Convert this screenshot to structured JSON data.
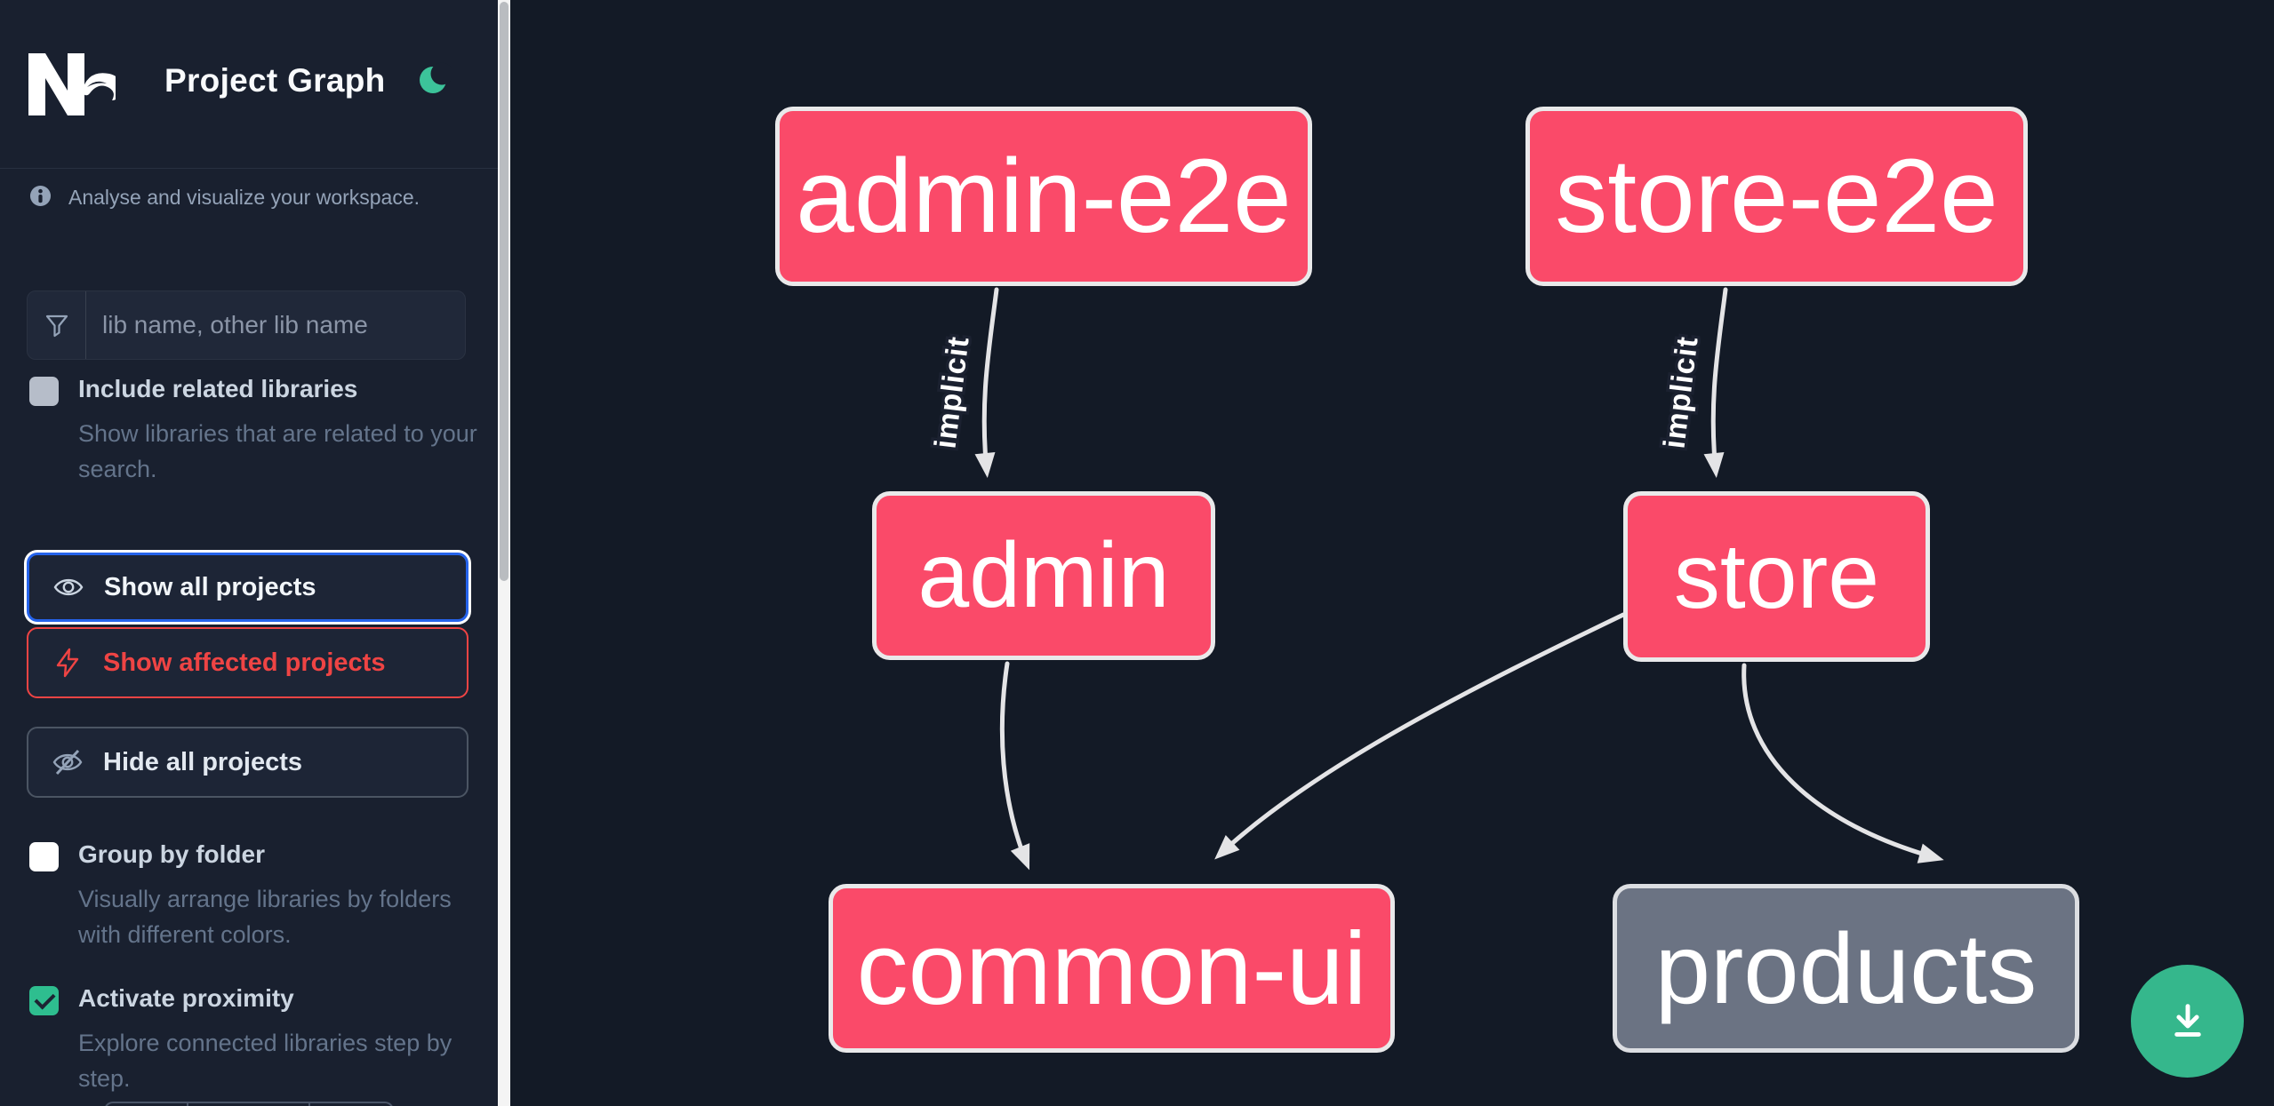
{
  "header": {
    "title": "Project Graph",
    "logo": "Nx",
    "theme_toggle_icon": "moon"
  },
  "sidebar": {
    "tagline": "Analyse and visualize your workspace.",
    "search_placeholder": "lib name, other lib name",
    "include_related": {
      "label": "Include related libraries",
      "description": "Show libraries that are related to your search.",
      "checked": false
    },
    "buttons": {
      "show_all": "Show all projects",
      "show_affected": "Show affected projects",
      "hide_all": "Hide all projects"
    },
    "group_by_folder": {
      "label": "Group by folder",
      "description": "Visually arrange libraries by folders with different colors.",
      "checked": false
    },
    "activate_proximity": {
      "label": "Activate proximity",
      "description": "Explore connected libraries step by step.",
      "checked": true
    }
  },
  "graph": {
    "nodes": [
      {
        "id": "admin-e2e",
        "label": "admin-e2e",
        "color": "pink"
      },
      {
        "id": "store-e2e",
        "label": "store-e2e",
        "color": "pink"
      },
      {
        "id": "admin",
        "label": "admin",
        "color": "pink"
      },
      {
        "id": "store",
        "label": "store",
        "color": "pink"
      },
      {
        "id": "common-ui",
        "label": "common-ui",
        "color": "pink"
      },
      {
        "id": "products",
        "label": "products",
        "color": "gray"
      }
    ],
    "edges": [
      {
        "source": "admin-e2e",
        "target": "admin",
        "label": "implicit"
      },
      {
        "source": "store-e2e",
        "target": "store",
        "label": "implicit"
      },
      {
        "source": "admin",
        "target": "common-ui",
        "label": ""
      },
      {
        "source": "store",
        "target": "common-ui",
        "label": ""
      },
      {
        "source": "store",
        "target": "products",
        "label": ""
      }
    ]
  },
  "fab": {
    "icon": "download"
  },
  "colors": {
    "sidebar_bg": "#19202f",
    "canvas_bg": "#131a26",
    "node_pink": "#fa4a69",
    "node_gray": "#6b7383",
    "accent_blue": "#2563eb",
    "affected_red": "#ef4444",
    "fab_green": "#35b78c",
    "moon_green": "#3cc39a",
    "text_muted": "#94a3b8"
  }
}
